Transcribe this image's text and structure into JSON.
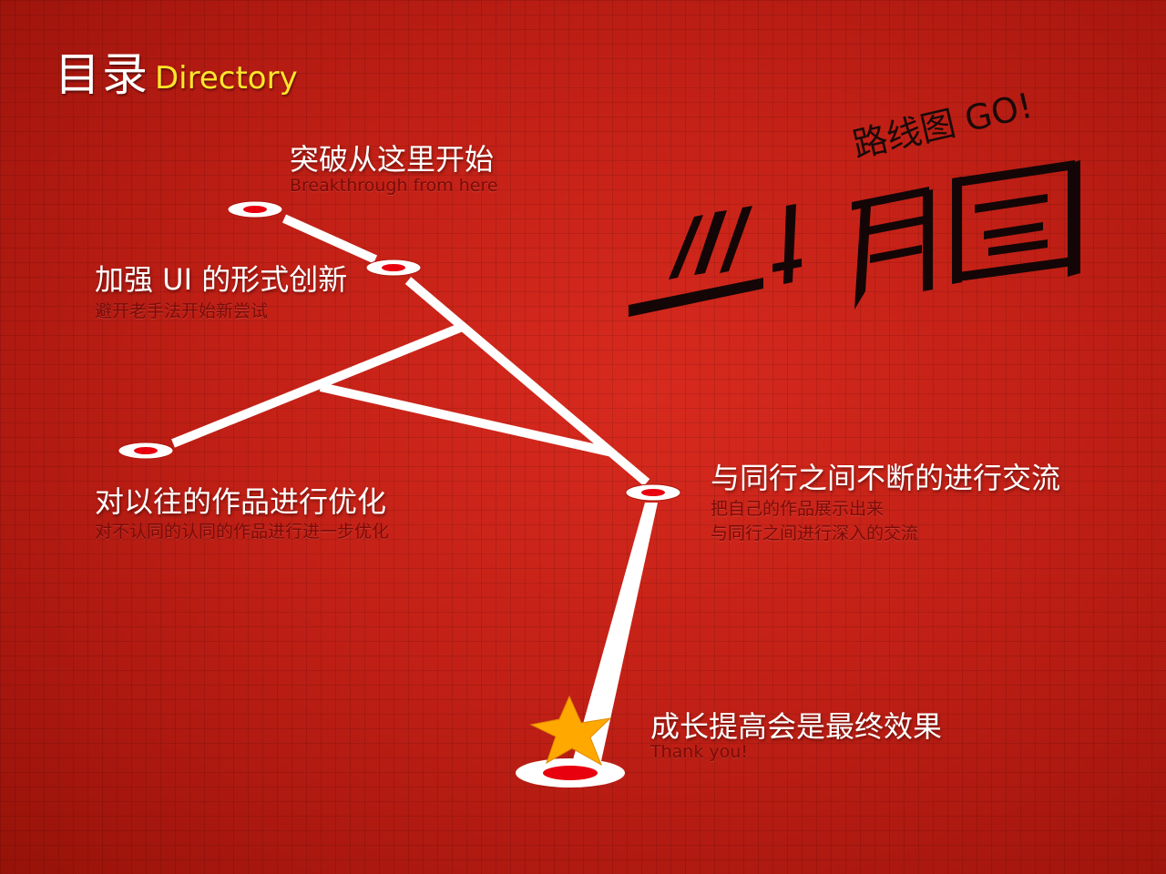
{
  "header": {
    "title_cn": "目录",
    "title_en": "Directory"
  },
  "roadmap": {
    "tag": "路线图 GO!",
    "logo_text": "路线图"
  },
  "steps": [
    {
      "title": "突破从这里开始",
      "subtitle": "Breakthrough from here"
    },
    {
      "title": "加强 UI 的形式创新",
      "subtitle": "避开老手法开始新尝试"
    },
    {
      "title": "对以往的作品进行优化",
      "subtitle": "对不认同的认同的作品进行进一步优化"
    },
    {
      "title": "与同行之间不断的进行交流",
      "subtitle_line1": "把自己的作品展示出来",
      "subtitle_line2": "与同行之间进行深入的交流"
    },
    {
      "title": "成长提高会是最终效果",
      "subtitle": "Thank you!"
    }
  ],
  "colors": {
    "accent": "#ffe62a",
    "node_ring": "#ffffff",
    "node_center": "#e8000e",
    "star": "#ffa800"
  },
  "icons": {
    "goal": "star-icon"
  }
}
